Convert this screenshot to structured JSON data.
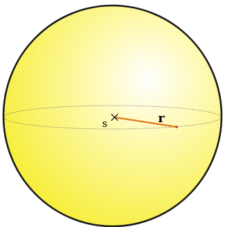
{
  "diagram": {
    "labels": {
      "center": "s",
      "radius": "r"
    },
    "colors": {
      "sphere_fill_highlight": "#ffffff",
      "sphere_fill_mid": "#fdf8a0",
      "sphere_fill_edge": "#f6ee38",
      "sphere_outline": "#1a1a1a",
      "equator": "#555555",
      "radius_line": "#e27a1e",
      "surface_point": "#c0392b",
      "center_marker": "#000000"
    },
    "elements": [
      "sphere",
      "equator-ellipse",
      "center-marker",
      "radius-segment",
      "surface-point"
    ]
  }
}
